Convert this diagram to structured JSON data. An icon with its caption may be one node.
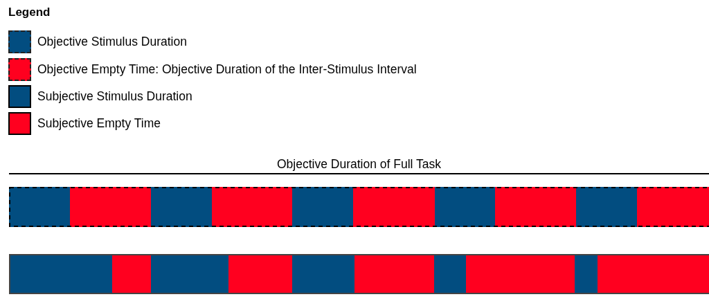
{
  "diagram": {
    "nodes": [
      {
        "text": [],
        "shape": "bar"
      },
      {
        "text": [],
        "shape": "bar"
      },
      {
        "text": [],
        "shape": "bar"
      },
      {
        "text": [],
        "shape": "bar"
      },
      {
        "text": [],
        "shape": "bar"
      },
      {
        "text": [],
        "shape": "bar"
      },
      {
        "text": [],
        "shape": "bar"
      },
      {
        "text": [],
        "shape": "bar"
      },
      {
        "text": [],
        "shape": "bar"
      },
      {
        "text": [],
        "shape": "bar"
      },
      {
        "text": [],
        "shape": "bar"
      },
      {
        "text": [],
        "shape": "bar"
      },
      {
        "text": [],
        "shape": "bar"
      },
      {
        "text": [],
        "shape": "bar"
      },
      {
        "text": [],
        "shape": "bar"
      },
      {
        "text": [],
        "shape": "bar"
      },
      {
        "text": [],
        "shape": "bar"
      },
      {
        "text": [],
        "shape": "bar"
      },
      {
        "text": [],
        "shape": "bar"
      },
      {
        "text": [],
        "shape": "bar"
      }
    ],
    "labels": [
      "Legend",
      "Objective Duration of Full Task"
    ],
    "legend": [
      {
        "text": "Objective Stimulus Duration",
        "color": "#024d80"
      },
      {
        "text": "Objective Empty Time: Objective Duration of the Inter-Stimulus Interval",
        "color": "#ff001f"
      },
      {
        "text": "Subjective Stimulus Duration",
        "color": "#024d80"
      },
      {
        "text": "Subjective Empty Time",
        "color": "#ff001f"
      }
    ]
  }
}
